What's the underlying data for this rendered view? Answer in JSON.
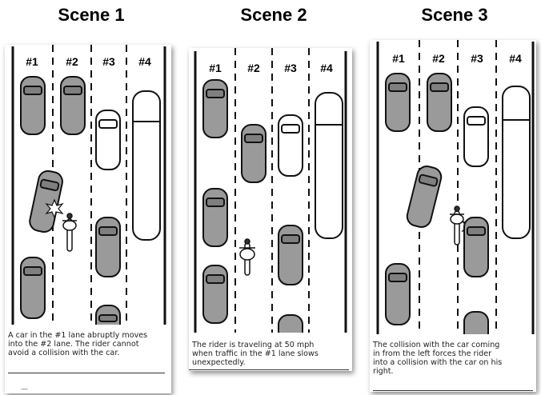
{
  "scenes": [
    {
      "title": "Scene 1",
      "lanes": [
        "#1",
        "#2",
        "#3",
        "#4"
      ],
      "caption_lines": [
        "A car in the #1 lane abruptly moves",
        "into the #2 lane. The rider cannot",
        "avoid a collision with the car."
      ],
      "footer_fragment": "—"
    },
    {
      "title": "Scene 2",
      "lanes": [
        "#1",
        "#2",
        "#3",
        "#4"
      ],
      "caption_lines": [
        "The rider is traveling at 50 mph",
        "when traffic in the #1 lane slows",
        "unexpectedly."
      ]
    },
    {
      "title": "Scene 3",
      "lanes": [
        "#1",
        "#2",
        "#3",
        "#4"
      ],
      "caption_lines": [
        "The collision with the car coming",
        "in from the left forces the rider",
        "into a collision with the car on his",
        "right."
      ]
    }
  ],
  "colors": {
    "car": "#9a9a9a",
    "truck": "#ffffff",
    "outline": "#111111",
    "lane_line": "#111111"
  }
}
